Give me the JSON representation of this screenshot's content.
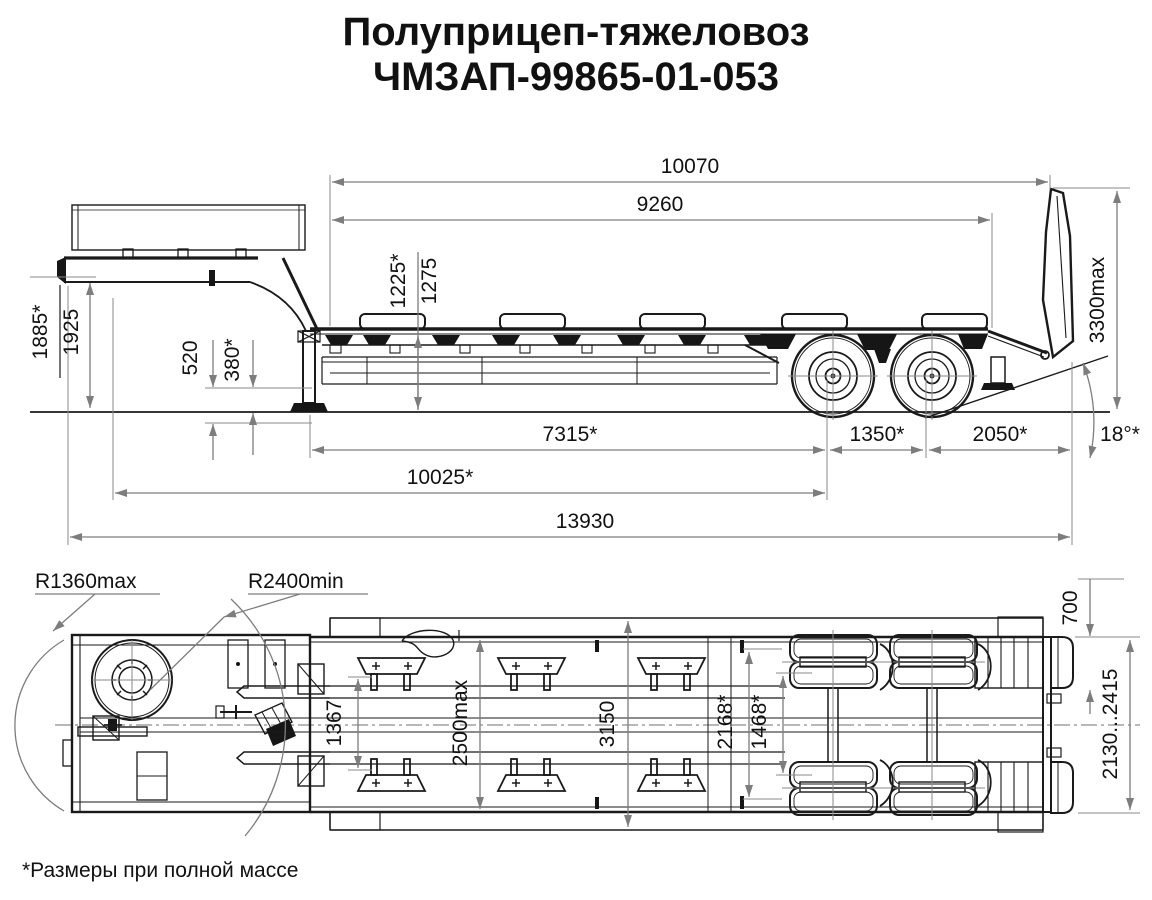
{
  "title": {
    "line1": "Полуприцеп-тяжеловоз",
    "line2": "ЧМЗАП-99865-01-053"
  },
  "footnote": "*Размеры при полной массе",
  "side": {
    "d10070": "10070",
    "d9260": "9260",
    "d1885": "1885*",
    "d1925": "1925",
    "d520": "520",
    "d380": "380*",
    "d1225": "1225*",
    "d1275": "1275",
    "d3300": "3300max",
    "d7315": "7315*",
    "d1350": "1350*",
    "d2050": "2050*",
    "d18": "18°*",
    "d10025": "10025*",
    "d13930": "13930"
  },
  "plan": {
    "r1360": "R1360max",
    "r2400": "R2400min",
    "d700": "700",
    "d1367": "1367",
    "d2500": "2500max",
    "d3150": "3150",
    "d2168": "2168*",
    "d1468": "1468*",
    "d2130": "2130...2415"
  }
}
